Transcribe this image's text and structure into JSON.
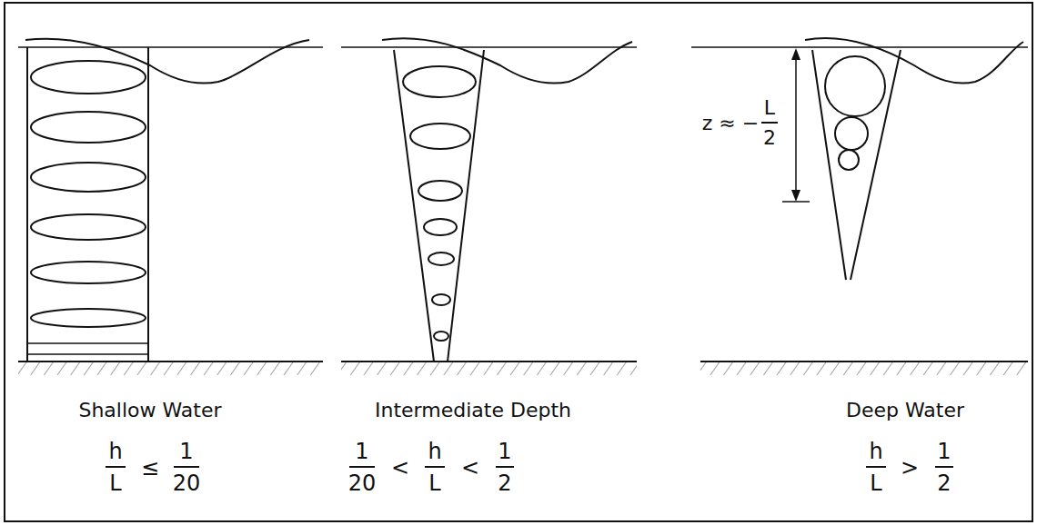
{
  "diagram": {
    "labels": [
      "Shallow Water",
      "Intermediate Depth",
      "Deep Water",
      "h",
      "L",
      "≤",
      "1",
      "20",
      "1",
      "20",
      "<",
      "h",
      "L",
      "<",
      "1",
      "2",
      "h",
      "L",
      ">",
      "1",
      "2",
      "z ≈ −",
      "L",
      "2"
    ]
  }
}
